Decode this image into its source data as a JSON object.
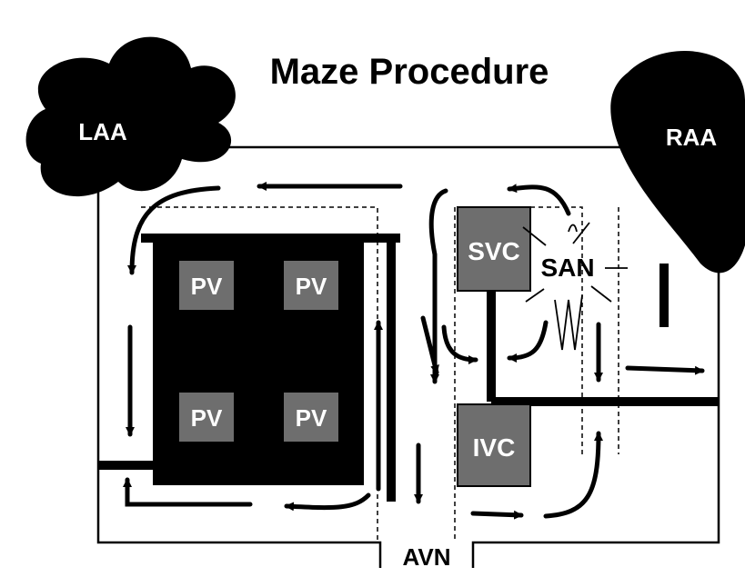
{
  "title": "Maze Procedure",
  "labels": {
    "laa": "LAA",
    "raa": "RAA",
    "svc": "SVC",
    "ivc": "IVC",
    "san": "SAN",
    "avn": "AVN",
    "pv_top_left": "PV",
    "pv_top_right": "PV",
    "pv_bottom_left": "PV",
    "pv_bottom_right": "PV"
  },
  "colors": {
    "ink": "#000000",
    "vein_box": "#6e6e6e",
    "vein_text": "#ffffff",
    "background": "#ffffff"
  }
}
